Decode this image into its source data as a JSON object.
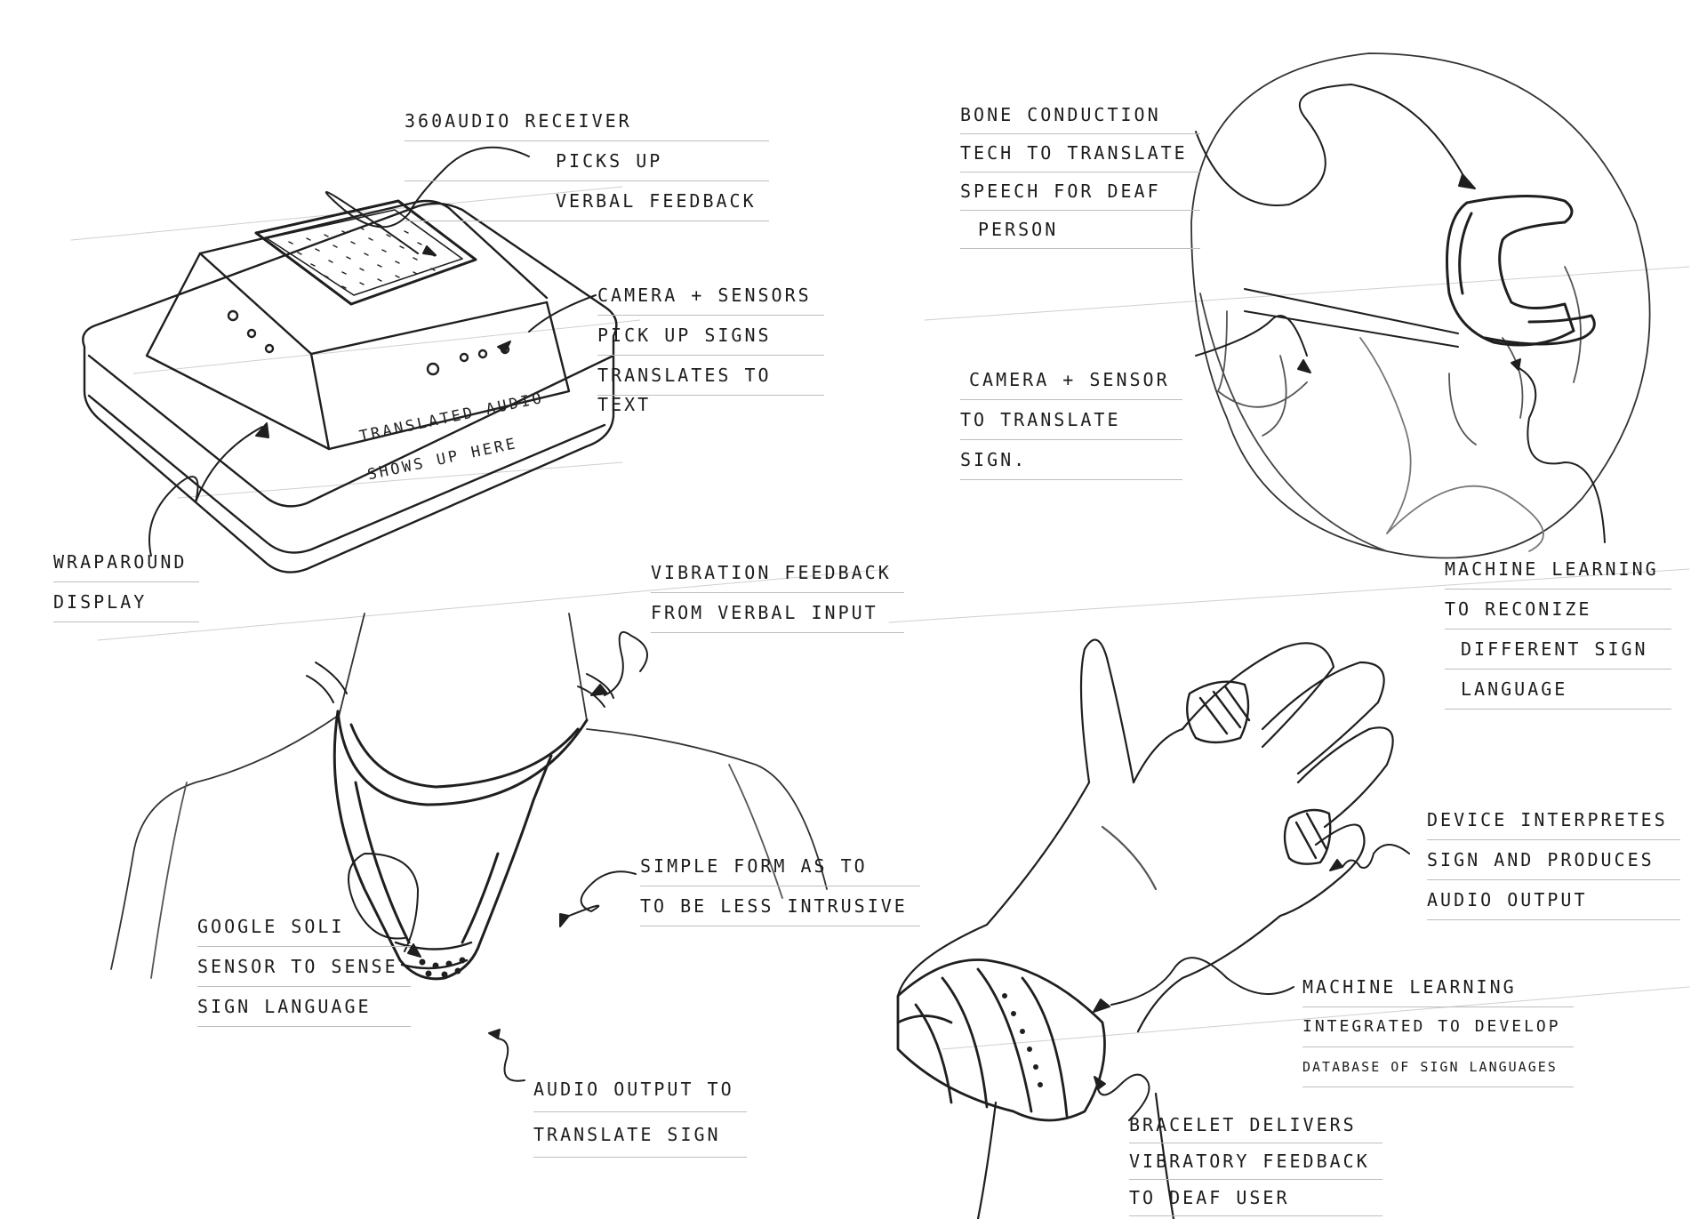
{
  "hub": {
    "audio_receiver": [
      "360AUDIO RECEIVER",
      "PICKS UP",
      "VERBAL FEEDBACK"
    ],
    "camera": [
      "CAMERA + SENSORS",
      "PICK UP SIGNS",
      "TRANSLATES TO",
      "TEXT"
    ],
    "screen": [
      "TRANSLATED AUDIO",
      "SHOWS UP HERE"
    ],
    "display": [
      "WRAPAROUND",
      "DISPLAY"
    ]
  },
  "headset": {
    "bone": [
      "BONE CONDUCTION",
      "TECH TO TRANSLATE",
      "SPEECH FOR DEAF",
      "PERSON"
    ],
    "camera": [
      "CAMERA + SENSOR",
      "TO TRANSLATE",
      "SIGN."
    ],
    "ml": [
      "MACHINE LEARNING",
      "TO RECONIZE",
      "DIFFERENT SIGN",
      "LANGUAGE"
    ]
  },
  "necklace": {
    "vibration": [
      "VIBRATION FEEDBACK",
      "FROM VERBAL INPUT"
    ],
    "simple": [
      "SIMPLE FORM AS TO",
      "TO BE LESS INTRUSIVE"
    ],
    "soli": [
      "GOOGLE SOLI",
      "SENSOR TO SENSE",
      "SIGN LANGUAGE"
    ],
    "audio": [
      "AUDIO OUTPUT TO",
      "TRANSLATE SIGN"
    ]
  },
  "hand": {
    "device": [
      "DEVICE INTERPRETES",
      "SIGN AND PRODUCES",
      "AUDIO OUTPUT"
    ],
    "ml": [
      "MACHINE LEARNING",
      "INTEGRATED TO DEVELOP",
      "DATABASE OF SIGN LANGUAGES"
    ],
    "bracelet": [
      "BRACELET DELIVERS",
      "VIBRATORY FEEDBACK",
      "TO DEAF USER"
    ]
  }
}
